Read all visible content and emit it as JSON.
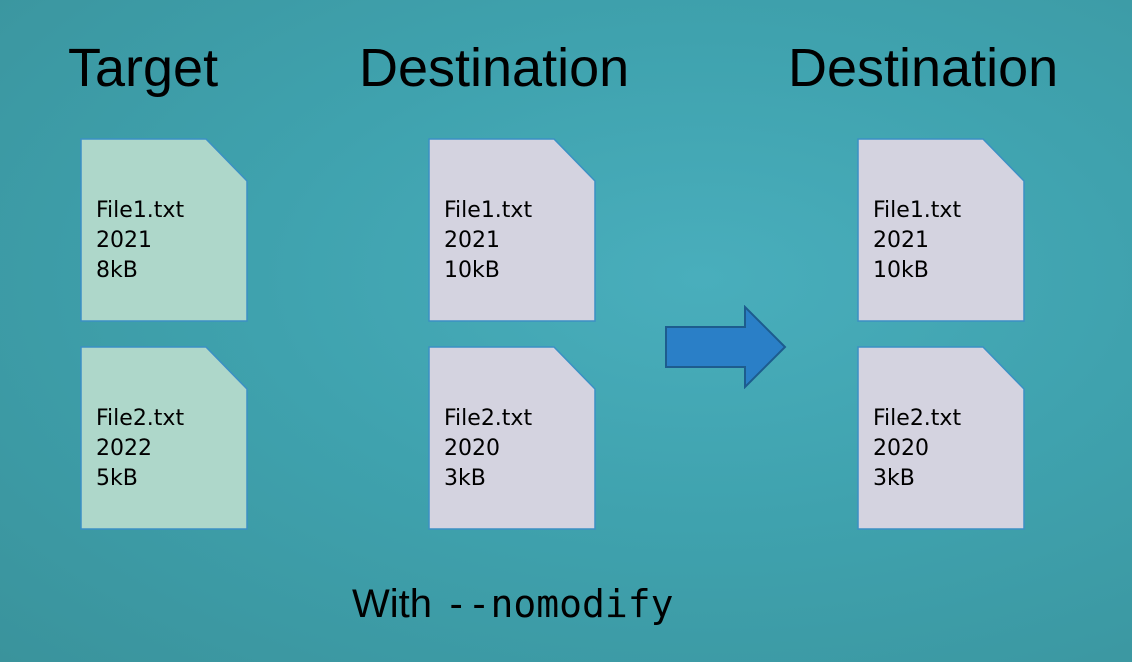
{
  "headings": {
    "target": "Target",
    "destination_before": "Destination",
    "destination_after": "Destination"
  },
  "colors": {
    "target_file_fill": "#aed7ca",
    "destination_file_fill": "#d4d3e0",
    "file_border": "#3b90c4",
    "arrow_fill": "#2a7fc7",
    "arrow_border": "#1d5c8e"
  },
  "target_files": [
    {
      "name": "File1.txt",
      "year": "2021",
      "size": "8kB"
    },
    {
      "name": "File2.txt",
      "year": "2022",
      "size": "5kB"
    }
  ],
  "destination_before_files": [
    {
      "name": "File1.txt",
      "year": "2021",
      "size": "10kB"
    },
    {
      "name": "File2.txt",
      "year": "2020",
      "size": "3kB"
    }
  ],
  "destination_after_files": [
    {
      "name": "File1.txt",
      "year": "2021",
      "size": "10kB"
    },
    {
      "name": "File2.txt",
      "year": "2020",
      "size": "3kB"
    }
  ],
  "arrow": {
    "icon": "right-arrow-icon"
  },
  "caption": {
    "word": "With",
    "flag": "--nomodify"
  }
}
